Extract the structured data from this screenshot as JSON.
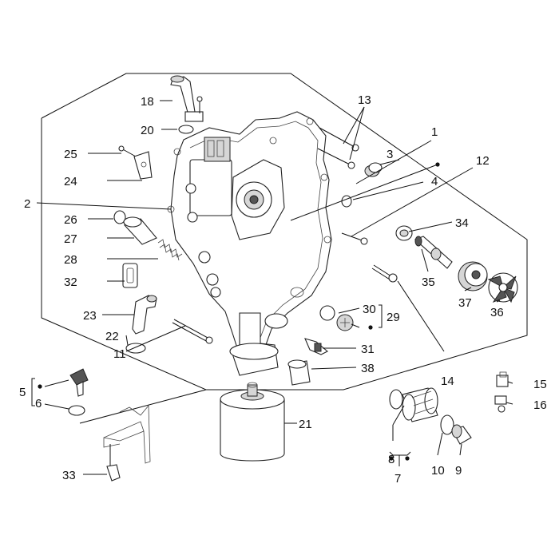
{
  "diagram": {
    "callouts": [
      {
        "id": "c1",
        "text": "1"
      },
      {
        "id": "c2",
        "text": "2"
      },
      {
        "id": "c3",
        "text": "3"
      },
      {
        "id": "c4",
        "text": "4"
      },
      {
        "id": "c5",
        "text": "5"
      },
      {
        "id": "c6",
        "text": "6"
      },
      {
        "id": "c7",
        "text": "7"
      },
      {
        "id": "c8",
        "text": "8"
      },
      {
        "id": "c9",
        "text": "9"
      },
      {
        "id": "c10",
        "text": "10"
      },
      {
        "id": "c11",
        "text": "11"
      },
      {
        "id": "c12",
        "text": "12"
      },
      {
        "id": "c13",
        "text": "13"
      },
      {
        "id": "c14",
        "text": "14"
      },
      {
        "id": "c15",
        "text": "15"
      },
      {
        "id": "c16",
        "text": "16"
      },
      {
        "id": "c18",
        "text": "18"
      },
      {
        "id": "c20",
        "text": "20"
      },
      {
        "id": "c21",
        "text": "21"
      },
      {
        "id": "c22",
        "text": "22"
      },
      {
        "id": "c23",
        "text": "23"
      },
      {
        "id": "c24",
        "text": "24"
      },
      {
        "id": "c25",
        "text": "25"
      },
      {
        "id": "c26",
        "text": "26"
      },
      {
        "id": "c27",
        "text": "27"
      },
      {
        "id": "c28",
        "text": "28"
      },
      {
        "id": "c29",
        "text": "29"
      },
      {
        "id": "c30",
        "text": "30"
      },
      {
        "id": "c31",
        "text": "31"
      },
      {
        "id": "c32",
        "text": "32"
      },
      {
        "id": "c33",
        "text": "33"
      },
      {
        "id": "c34",
        "text": "34"
      },
      {
        "id": "c35",
        "text": "35"
      },
      {
        "id": "c36",
        "text": "36"
      },
      {
        "id": "c37",
        "text": "37"
      },
      {
        "id": "c38",
        "text": "38"
      }
    ]
  }
}
